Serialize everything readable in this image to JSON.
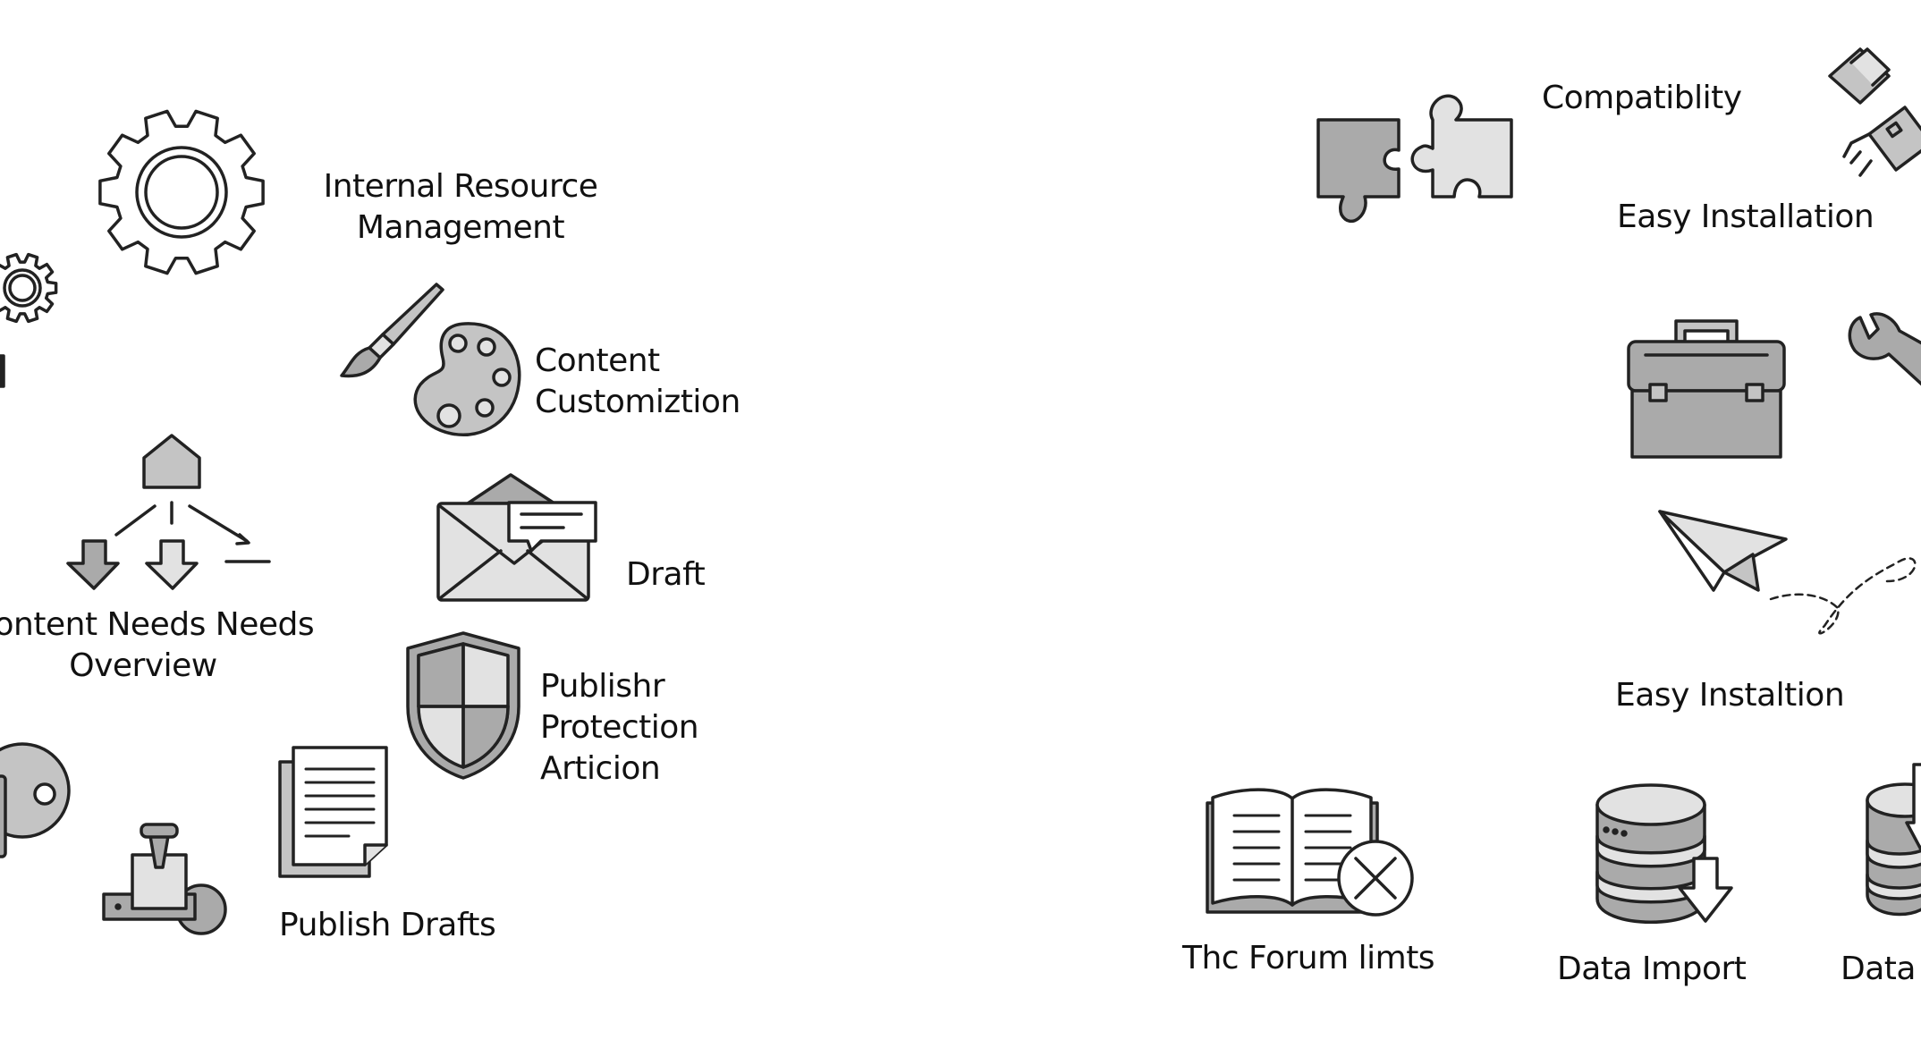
{
  "colors": {
    "stroke": "#222222",
    "fill_dark": "#aaaaaa",
    "fill_mid": "#c4c4c4",
    "fill_light": "#e2e2e2",
    "background": "#ffffff"
  },
  "icons": [
    "gear-icon",
    "small-gear-icon",
    "paintbrush-icon",
    "palette-icon",
    "hierarchy-icon",
    "envelope-chat-icon",
    "shield-icon",
    "document-icon",
    "disc-icon",
    "stamp-icon",
    "puzzle-icon",
    "plug-icon",
    "toolbox-icon",
    "wrench-icon",
    "paper-plane-icon",
    "book-x-icon",
    "database-import-icon",
    "database-icon"
  ],
  "labels": {
    "internal_resource": [
      "Internal Resource",
      "Management"
    ],
    "content_customization": [
      "Content",
      "Customiztion"
    ],
    "content_needs": [
      "Content Needs Needs",
      "Overview"
    ],
    "draft": "Draft",
    "publisher_protection": [
      "Publishr",
      "Protection",
      "Articion"
    ],
    "publish_drafts": "Publish Drafts",
    "compatibility": "Compatiblity",
    "easy_installation": "Easy Installation",
    "easy_installation_2": "Easy Instaltion",
    "forum_limits": "Thc Forum limts",
    "data_import": "Data Import",
    "data": "Data"
  }
}
